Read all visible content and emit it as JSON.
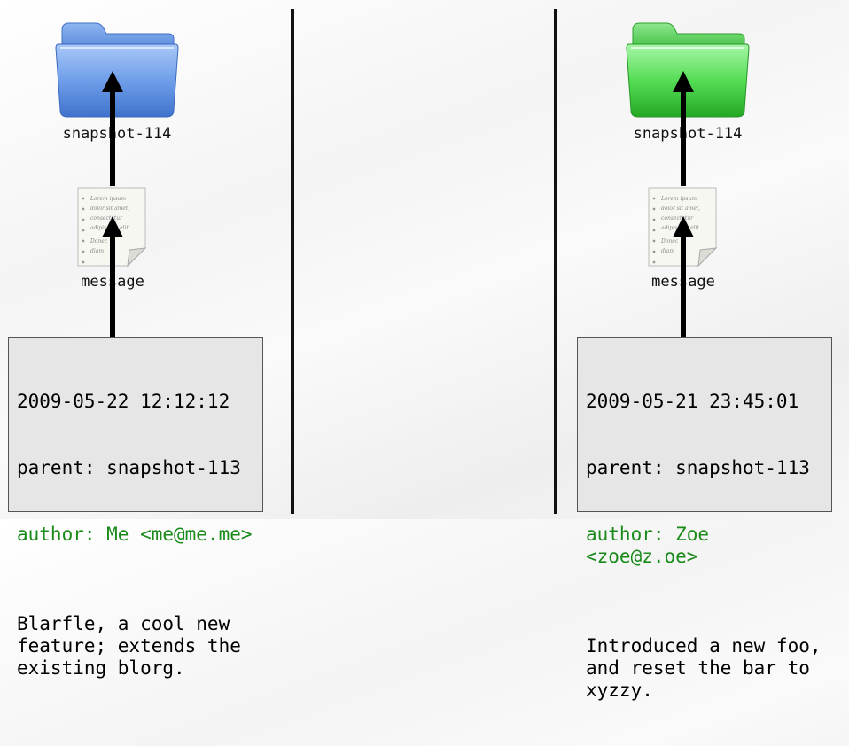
{
  "left": {
    "folder_label": "snapshot-114",
    "folder_color": "#5b8fe0",
    "doc_label": "message",
    "doc_text": [
      "Lorem ipsum",
      "dolor sit amet,",
      "consectetur",
      "adipiscing elit.",
      "Donec",
      "diam"
    ],
    "commit": {
      "date": "2009-05-22 12:12:12",
      "parent": "parent: snapshot-113",
      "author": "author: Me <me@me.me>",
      "message": "Blarfle, a cool new\nfeature; extends the\nexisting blorg."
    }
  },
  "right": {
    "folder_label": "snapshot-114",
    "folder_color": "#3fcf3f",
    "doc_label": "message",
    "doc_text": [
      "Lorem ipsum",
      "dolor sit amet,",
      "consectetur",
      "adipiscing elit.",
      "Donec",
      "diam"
    ],
    "commit": {
      "date": "2009-05-21 23:45:01",
      "parent": "parent: snapshot-113",
      "author": "author: Zoe <zoe@z.oe>",
      "message": "Introduced a new foo,\nand reset the bar to\nxyzzy."
    }
  },
  "author_color": "#1a8a1a"
}
